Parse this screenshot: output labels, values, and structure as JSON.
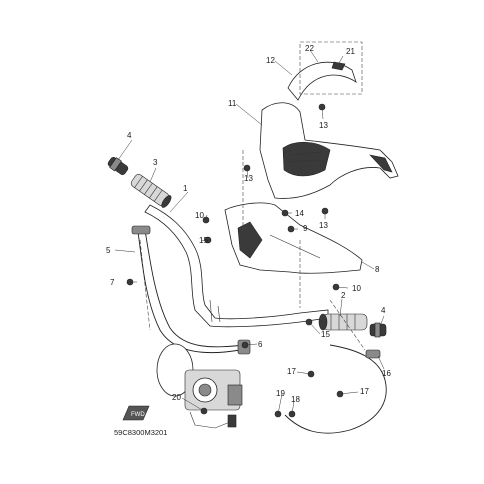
{
  "labels": {
    "p1": "1",
    "p2": "2",
    "p3": "3",
    "p4a": "4",
    "p4b": "4",
    "p5": "5",
    "p6": "6",
    "p7": "7",
    "p8": "8",
    "p9": "9",
    "p10a": "10",
    "p10b": "10",
    "p11": "11",
    "p12": "12",
    "p13a": "13",
    "p13b": "13",
    "p13c": "13",
    "p14": "14",
    "p15a": "15",
    "p15b": "15",
    "p16": "16",
    "p17a": "17",
    "p17b": "17",
    "p18": "18",
    "p19": "19",
    "p20": "20",
    "p21": "21",
    "p22": "22"
  },
  "footer": {
    "code": "59C8300M3201"
  },
  "fwd_badge": {
    "text": "FWD"
  }
}
